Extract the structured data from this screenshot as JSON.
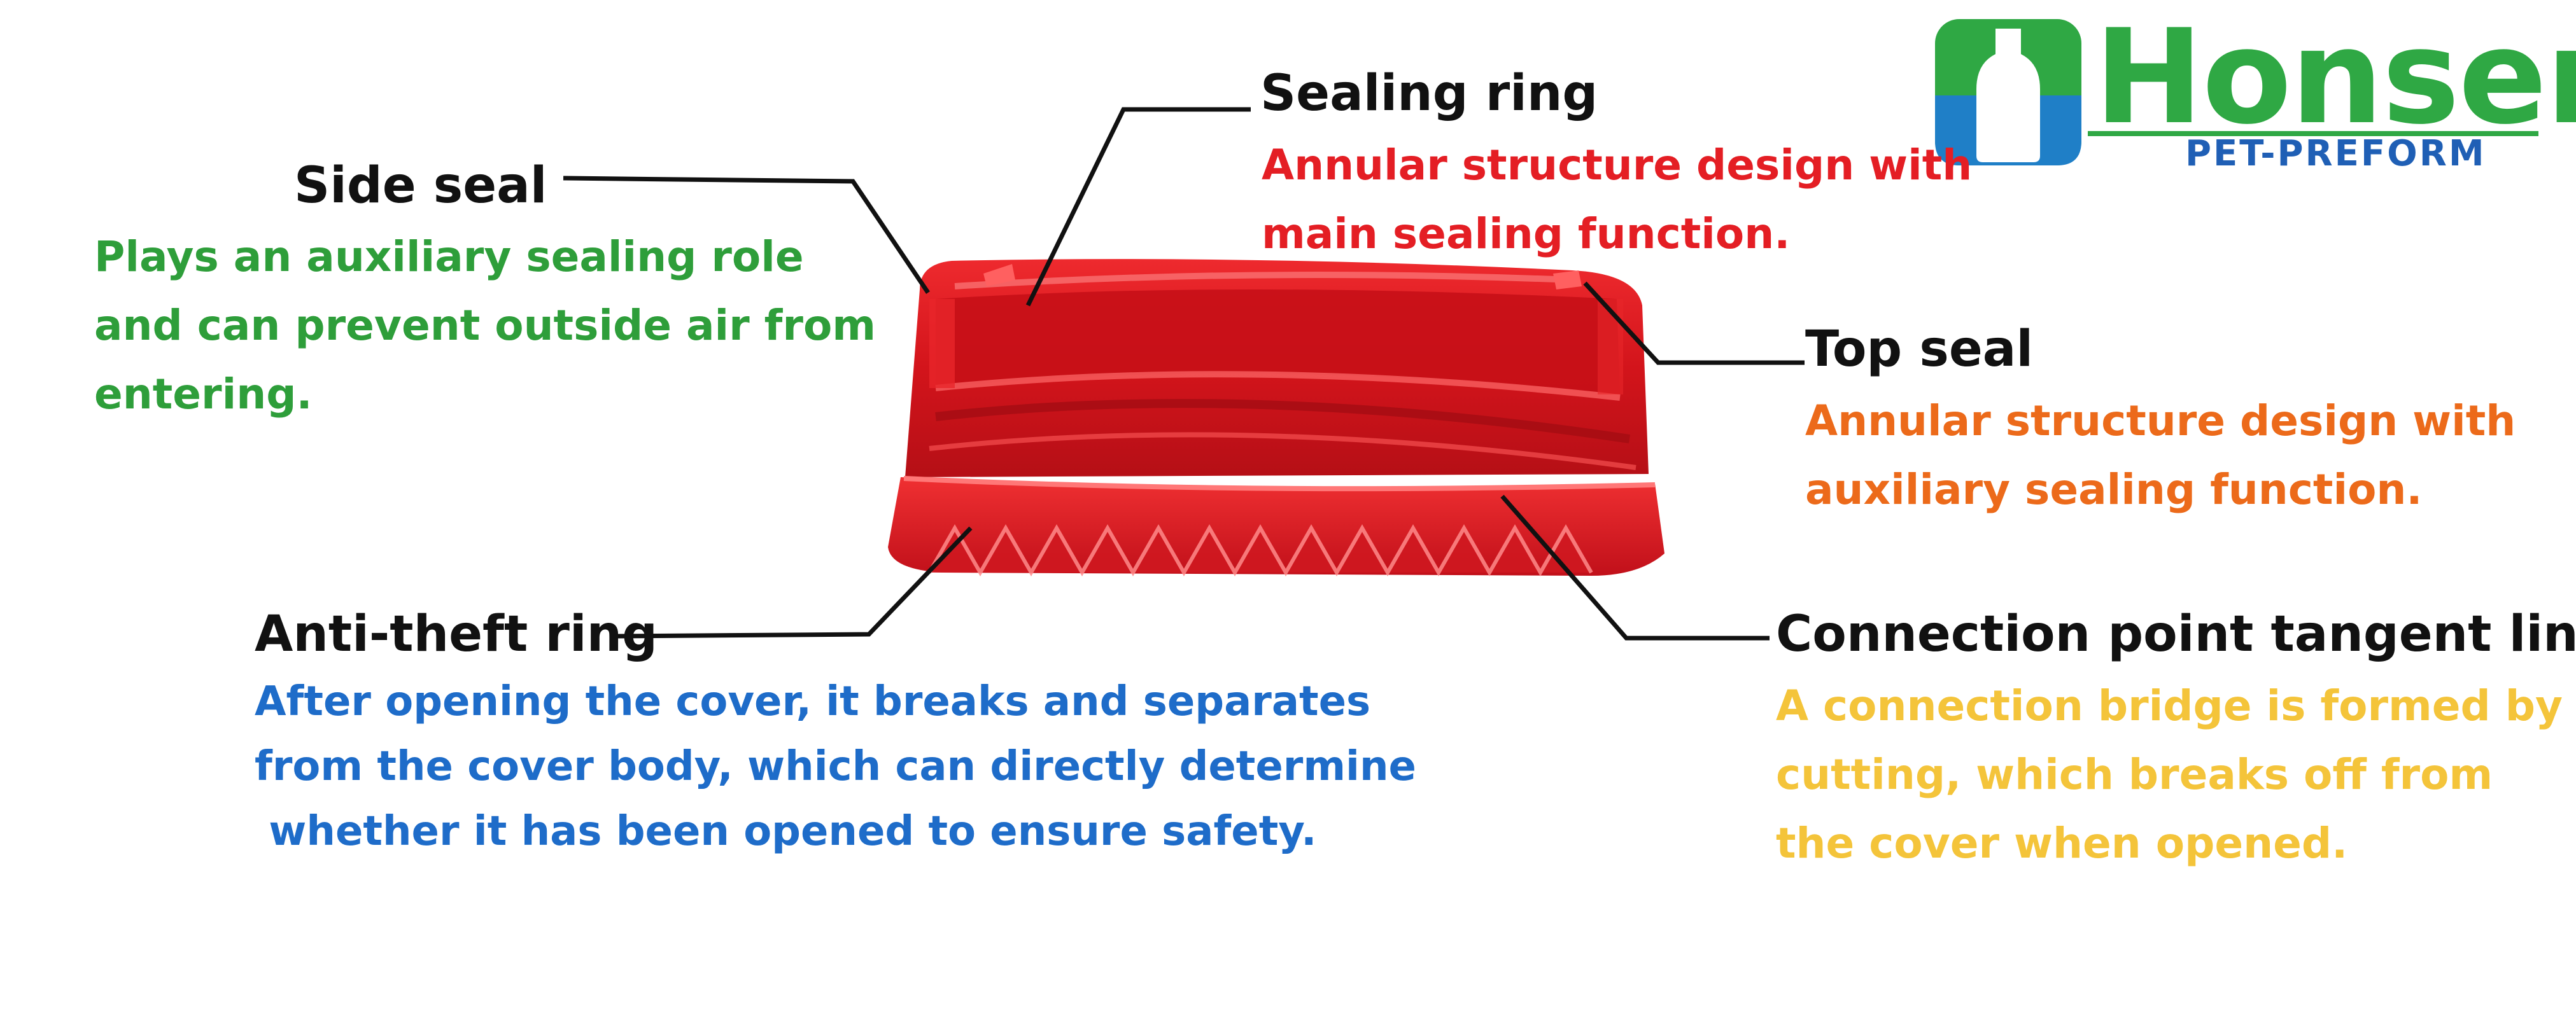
{
  "logo": {
    "name": "Honsen",
    "tagline": "PET-PREFORM",
    "colors": {
      "green": "#2fa844",
      "blue": "#1f5fb5"
    }
  },
  "product": {
    "color": "#d8141c",
    "icon": "bottle-cap"
  },
  "labels": {
    "sealing_ring": {
      "title": "Sealing ring",
      "lines": [
        "Annular structure design with",
        "main sealing function."
      ],
      "color": "#e41e24"
    },
    "side_seal": {
      "title": "Side seal",
      "lines": [
        "Plays an auxiliary sealing role",
        "and can prevent outside air from",
        "entering."
      ],
      "color": "#2e9e3a"
    },
    "top_seal": {
      "title": "Top seal",
      "lines": [
        "Annular structure design with",
        "auxiliary sealing function."
      ],
      "color": "#ec6a1a"
    },
    "anti_theft_ring": {
      "title": "Anti-theft ring",
      "lines": [
        "After opening the cover, it breaks and separates",
        "from the cover body, which can directly determine",
        " whether it has been opened to ensure safety."
      ],
      "color": "#1e6cc9"
    },
    "connection_point": {
      "title": "Connection point tangent line",
      "lines": [
        "A connection bridge is formed by",
        "cutting, which breaks off from",
        "the cover when opened."
      ],
      "color": "#f4c43a"
    }
  }
}
